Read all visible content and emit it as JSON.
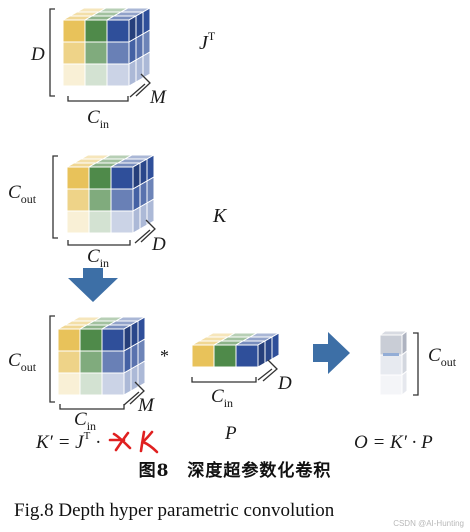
{
  "labels": {
    "jt": {
      "base": "J",
      "sup": "T"
    },
    "d_left": "D",
    "m_top": "M",
    "cin_base": "C",
    "cin_sub": "in",
    "cout_base": "C",
    "cout_sub": "out",
    "k": "K",
    "d_mid": "D",
    "m_bottom": "M",
    "star": "*",
    "d_right": "D",
    "p": "P",
    "kprime": "K′ = J",
    "kprime_sup": "T",
    "kprime_dot": " · ",
    "scribble_letter": "K",
    "out_eq": "O = K′ · P"
  },
  "caption": {
    "chinese": "图8　深度超参数化卷积",
    "english": "Fig.8    Depth hyper parametric convolution"
  },
  "watermark": "CSDN @AI-Hunting",
  "colors": {
    "yellow": "#e8c25a",
    "green": "#4f8a4a",
    "blue": "#2f4f9a",
    "light_blue": "#93add6",
    "arrow": "#3d6fa6",
    "scribble": "#e02020"
  }
}
